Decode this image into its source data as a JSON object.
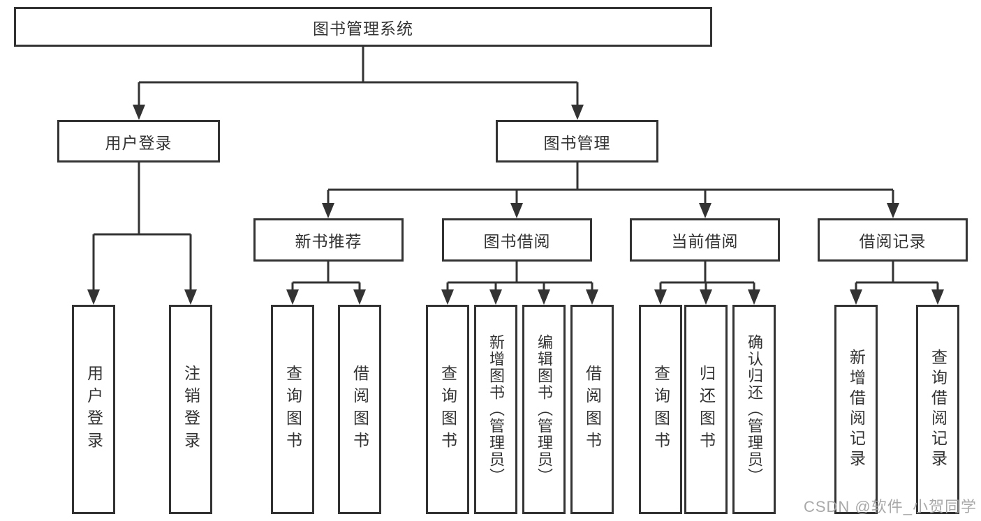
{
  "tree": {
    "root": "图书管理系统",
    "branches": [
      {
        "label": "用户登录",
        "leaves": [
          "用户登录",
          "注销登录"
        ]
      },
      {
        "label": "图书管理",
        "children": [
          {
            "label": "新书推荐",
            "leaves": [
              "查询图书",
              "借阅图书"
            ]
          },
          {
            "label": "图书借阅",
            "leaves": [
              "查询图书",
              "新增图书（管理员）",
              "编辑图书（管理员）",
              "借阅图书"
            ]
          },
          {
            "label": "当前借阅",
            "leaves": [
              "查询图书",
              "归还图书",
              "确认归还（管理员）"
            ]
          },
          {
            "label": "借阅记录",
            "leaves": [
              "新增借阅记录",
              "查询借阅记录"
            ]
          }
        ]
      }
    ]
  },
  "watermark": "CSDN @软件_小贺同学",
  "colors": {
    "line": "#333333",
    "text": "#333333",
    "box_background": "#ffffff",
    "watermark": "#a2a2a2"
  }
}
